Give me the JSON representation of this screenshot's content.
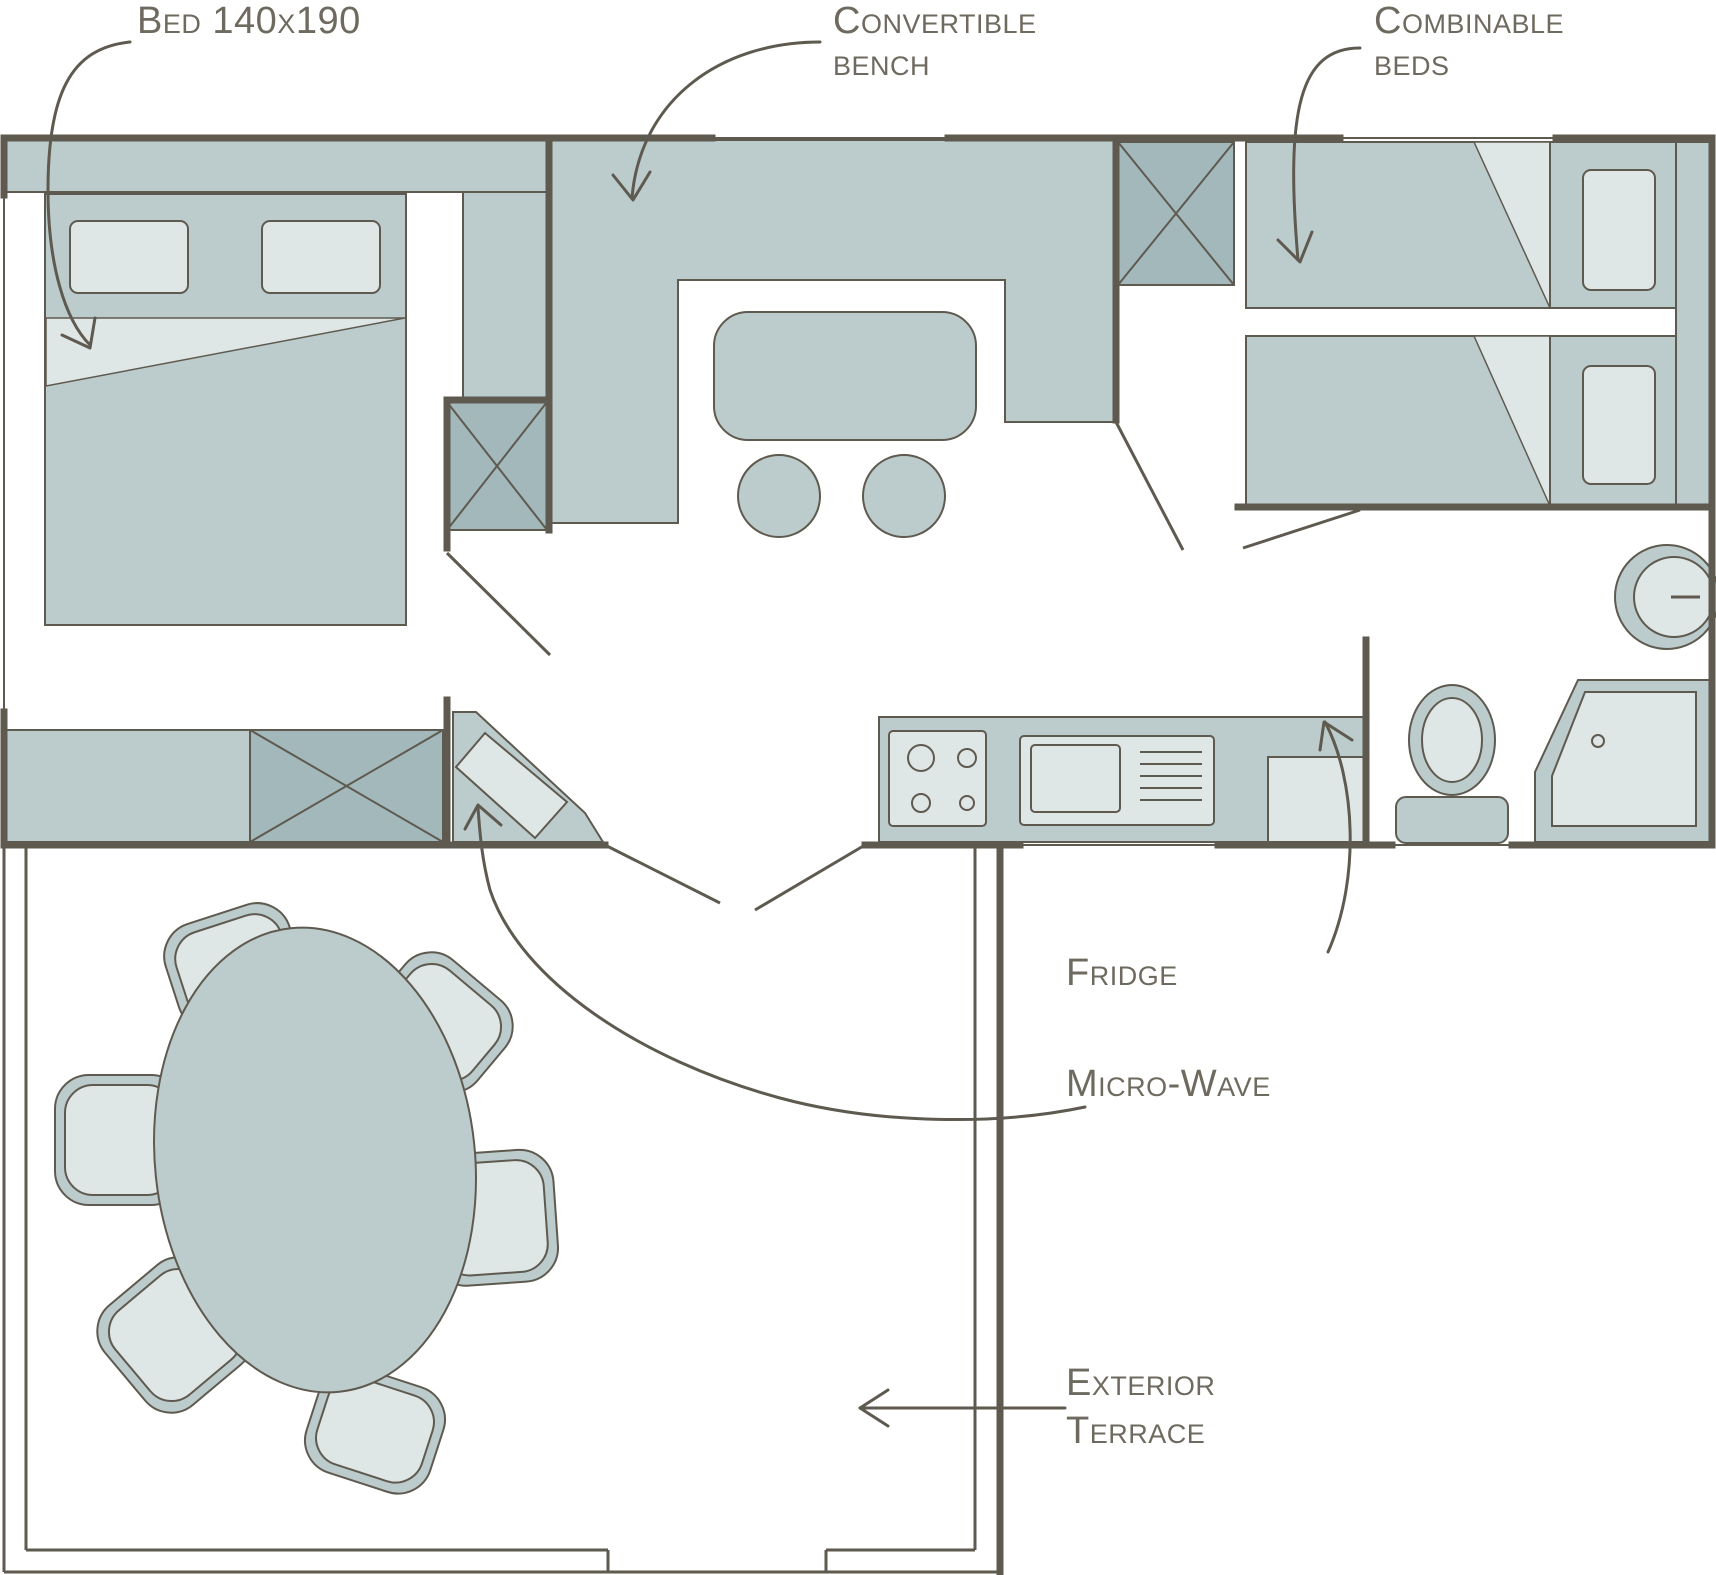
{
  "labels": {
    "bed": "Bed 140x190",
    "bench_line1": "Convertible",
    "bench_line2": "bench",
    "beds_line1": "Combinable",
    "beds_line2": "beds",
    "fridge": "Fridge",
    "microwave": "Micro-Wave",
    "terrace_line1": "Exterior",
    "terrace_line2": "Terrace"
  },
  "colors": {
    "wall": "#5f5a50",
    "furniture": "#bccbcb",
    "furniture_dark": "#a2b8ba",
    "furniture_light": "#dfe6e6",
    "label_text": "#6f6a5f"
  }
}
